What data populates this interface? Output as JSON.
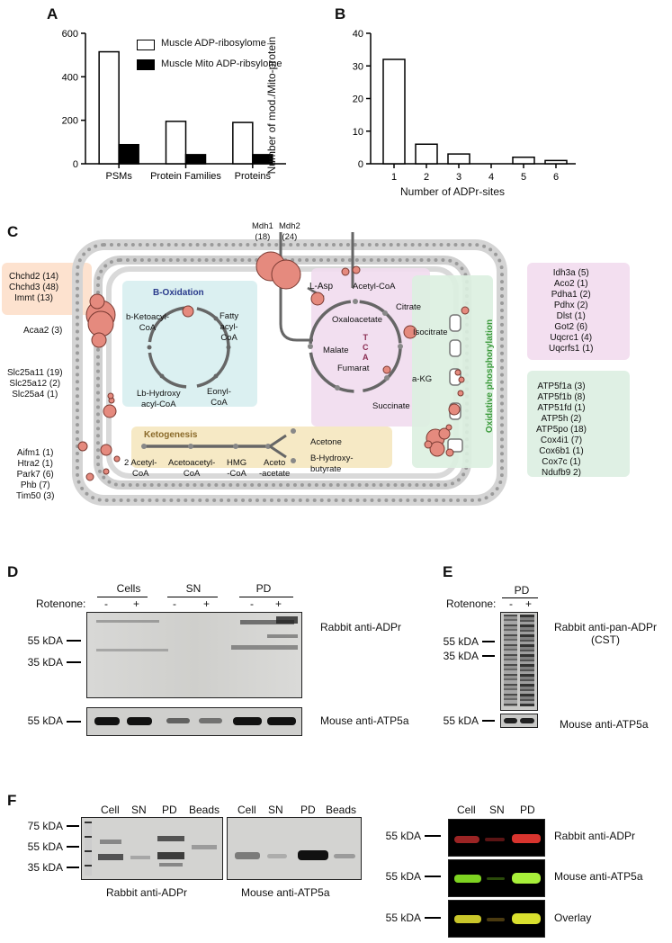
{
  "panels": {
    "a": "A",
    "b": "B",
    "c": "C",
    "d": "D",
    "e": "E",
    "f": "F"
  },
  "chart_data": [
    {
      "type": "bar",
      "categories": [
        "PSMs",
        "Protein Families",
        "Proteins"
      ],
      "series": [
        {
          "name": "Muscle ADP-ribosylome",
          "values": [
            515,
            195,
            190
          ],
          "color": "#ffffff"
        },
        {
          "name": "Muscle Mito ADP-ribsylome",
          "values": [
            88,
            42,
            42
          ],
          "color": "#000000"
        }
      ],
      "ylim": [
        0,
        600
      ],
      "yticks": [
        "0",
        "200",
        "400",
        "600"
      ],
      "legend": "top-right"
    },
    {
      "type": "bar",
      "categories": [
        "1",
        "2",
        "3",
        "4",
        "5",
        "6"
      ],
      "series": [
        {
          "values": [
            32,
            6,
            3,
            0,
            2,
            1
          ]
        }
      ],
      "ylim": [
        0,
        40
      ],
      "yticks": [
        "0",
        "10",
        "20",
        "30",
        "40"
      ],
      "xlabel": "Number of ADPr-sites",
      "ylabel": "Number of mod./Mito-protein"
    }
  ],
  "diagram": {
    "mdh1": "Mdh1\n(18)",
    "mdh2": "Mdh2\n(24)",
    "box_left_top": "Chchd2 (14)\nChchd3 (48)\nImmt (13)",
    "acaa2": "Acaa2 (3)",
    "slc": "Slc25a11 (19)\nSlc25a12 (2)\nSlc25a4 (1)",
    "aifm": "Aifm1 (1)\nHtra2 (1)\nPark7 (6)\nPhb (7)\nTim50 (3)",
    "box_right_top": "Idh3a (5)\nAco2 (1)\nPdha1 (2)\nPdhx (2)\nDlst (1)\nGot2 (6)\nUqcrc1 (4)\nUqcrfs1 (1)",
    "box_right_bottom": "ATP5f1a (3)\nATP5f1b (8)\nATP51fd (1)\nATP5h (2)\nATP5po (18)\nCox4i1 (7)\nCox6b1 (1)\nCox7c (1)\nNdufb9 2)",
    "boxidation": "B-Oxidation",
    "bk": "b-Ketoacyl-\nCoA",
    "fatty": "Fatty\nacyl-\nCoA",
    "lb": "Lb-Hydroxy\nacyl-CoA",
    "eonyl": "Eonyl-\nCoA",
    "lasp": "L-Asp",
    "acetyl": "Acetyl-CoA",
    "citrate": "Citrate",
    "oxalo": "Oxaloacetate",
    "isocitrate": "Isocitrate",
    "malate": "Malate",
    "tca": "T\nC\nA",
    "fumarat": "Fumarat",
    "akg": "a-KG",
    "succinate": "Succinate",
    "oxphos": "Oxidative phosphorylation",
    "ketogenesis": "Ketogenesis",
    "acet2": "2 Acetyl-\nCoA",
    "acetoacetyl": "Acetoacetyl-\nCoA",
    "hmg": "HMG\n-CoA",
    "acetoacetate": "Aceto\n-acetate",
    "acetone": "Acetone",
    "bhb": "B-Hydroxy-\nbutyrate"
  },
  "blot_d": {
    "groups": [
      "Cells",
      "SN",
      "PD"
    ],
    "rotenone": "Rotenone:",
    "minus": "-",
    "plus": "+",
    "mw1": "55 kDA",
    "mw2": "35 kDA",
    "mw3": "55 kDA",
    "label1": "Rabbit anti-ADPr",
    "label2": "Mouse anti-ATP5a"
  },
  "blot_e": {
    "group": "PD",
    "rotenone": "Rotenone:",
    "minus": "-",
    "plus": "+",
    "mw1": "55 kDA",
    "mw2": "35 kDA",
    "mw3": "55 kDA",
    "label1": "Rabbit anti-pan-ADPr\n(CST)",
    "label2": "Mouse anti-ATP5a"
  },
  "blot_f": {
    "lanes": [
      "Cell",
      "SN",
      "PD",
      "Beads"
    ],
    "lanes2": [
      "Cell",
      "SN",
      "PD",
      "Beads"
    ],
    "mw": [
      "75 kDA",
      "55 kDA",
      "35 kDA"
    ],
    "cap1": "Rabbit anti-ADPr",
    "cap2": "Mouse anti-ATP5a",
    "lanes3": [
      "Cell",
      "SN",
      "PD"
    ],
    "mwr": [
      "55 kDA",
      "55 kDA",
      "55 kDA"
    ],
    "rlab": [
      "Rabbit anti-ADPr",
      "Mouse anti-ATP5a",
      "Overlay"
    ]
  }
}
